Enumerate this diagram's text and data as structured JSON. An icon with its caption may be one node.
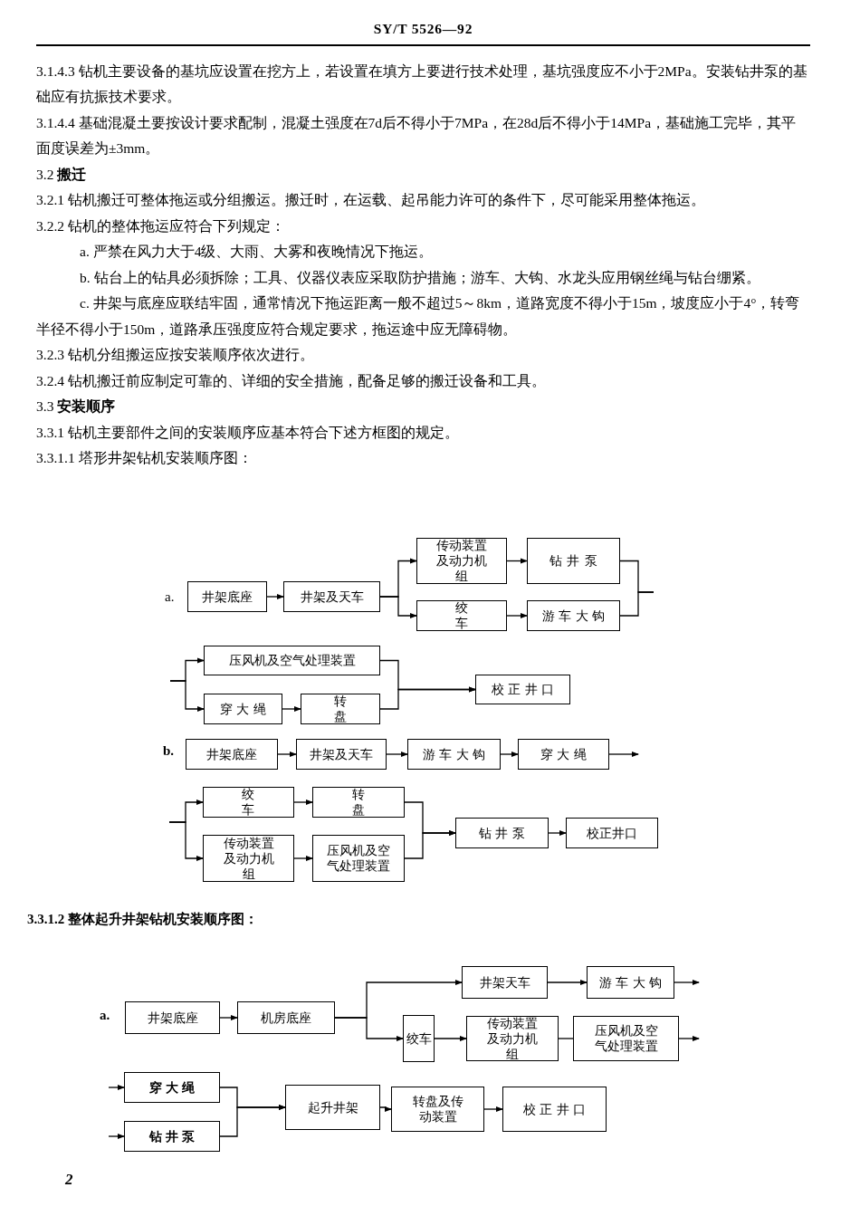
{
  "diagram": {
    "nodes": [
      {
        "text": [
          "井架底座"
        ]
      },
      {
        "text": [
          "井架及天车"
        ]
      },
      {
        "text": [
          "传动装置及动力机组"
        ]
      },
      {
        "text": [
          "钻井泵"
        ]
      },
      {
        "text": [
          "绞车"
        ]
      },
      {
        "text": [
          "游车大钩"
        ]
      },
      {
        "text": [
          "压风机及空气处理装置"
        ]
      },
      {
        "text": [
          "穿大绳"
        ]
      },
      {
        "text": [
          "转盘"
        ]
      },
      {
        "text": [
          "校正井口"
        ]
      },
      {
        "text": [
          "井架底座"
        ]
      },
      {
        "text": [
          "井架及天车"
        ]
      },
      {
        "text": [
          "游车大钩"
        ]
      },
      {
        "text": [
          "穿大绳"
        ]
      },
      {
        "text": [
          "绞车"
        ]
      },
      {
        "text": [
          "转盘"
        ]
      },
      {
        "text": [
          "传动装置及动力机组"
        ]
      },
      {
        "text": [
          "压风机及空气处理装置"
        ]
      },
      {
        "text": [
          "钻井泵"
        ]
      },
      {
        "text": [
          "校正井口"
        ]
      },
      {
        "text": [
          "井架底座"
        ]
      },
      {
        "text": [
          "机房底座"
        ]
      },
      {
        "text": [
          "井架天车"
        ]
      },
      {
        "text": [
          "游车大钩"
        ]
      },
      {
        "text": [
          "绞车"
        ]
      },
      {
        "text": [
          "传动装置及动力机组"
        ]
      },
      {
        "text": [
          "压风机及空气处理装置"
        ]
      },
      {
        "text": [
          "穿大绳"
        ]
      },
      {
        "text": [
          "钻井泵"
        ]
      },
      {
        "text": [
          "起升井架"
        ]
      },
      {
        "text": [
          "转盘及传动装置"
        ]
      },
      {
        "text": [
          "校正井口"
        ]
      }
    ],
    "edges": [
      {
        "from": 0,
        "to": 1,
        "arrow": "to"
      },
      {
        "from": 1,
        "to": 2,
        "arrow": "to"
      },
      {
        "from": 1,
        "to": 4,
        "arrow": "to"
      },
      {
        "from": 2,
        "to": 3,
        "arrow": "to"
      },
      {
        "from": 4,
        "to": 5,
        "arrow": "to"
      },
      {
        "from": 3,
        "to": null,
        "arrow": "none"
      },
      {
        "from": 5,
        "to": null,
        "arrow": "none"
      },
      {
        "from": null,
        "to": 6,
        "arrow": "to"
      },
      {
        "from": null,
        "to": 7,
        "arrow": "to"
      },
      {
        "from": 7,
        "to": 8,
        "arrow": "to"
      },
      {
        "from": 6,
        "to": 9,
        "arrow": "to"
      },
      {
        "from": 8,
        "to": 9,
        "arrow": "to"
      },
      {
        "from": 10,
        "to": 11,
        "arrow": "to"
      },
      {
        "from": 11,
        "to": 12,
        "arrow": "to"
      },
      {
        "from": 12,
        "to": 13,
        "arrow": "to"
      },
      {
        "from": 13,
        "to": null,
        "arrow": "to"
      },
      {
        "from": null,
        "to": 14,
        "arrow": "to"
      },
      {
        "from": null,
        "to": 16,
        "arrow": "to"
      },
      {
        "from": 14,
        "to": 15,
        "arrow": "to"
      },
      {
        "from": 16,
        "to": 17,
        "arrow": "to"
      },
      {
        "from": 15,
        "to": 18,
        "arrow": "to"
      },
      {
        "from": 17,
        "to": 18,
        "arrow": "to"
      },
      {
        "from": 18,
        "to": 19,
        "arrow": "to"
      },
      {
        "from": 20,
        "to": 21,
        "arrow": "to"
      },
      {
        "from": 21,
        "to": 22,
        "arrow": "to"
      },
      {
        "from": 21,
        "to": 24,
        "arrow": "to"
      },
      {
        "from": 22,
        "to": 23,
        "arrow": "to"
      },
      {
        "from": 23,
        "to": null,
        "arrow": "to"
      },
      {
        "from": 24,
        "to": 25,
        "arrow": "to"
      },
      {
        "from": 25,
        "to": 26,
        "arrow": "none"
      },
      {
        "from": 26,
        "to": null,
        "arrow": "to"
      },
      {
        "from": null,
        "to": 27,
        "arrow": "to"
      },
      {
        "from": null,
        "to": 28,
        "arrow": "to"
      },
      {
        "from": 27,
        "to": 29,
        "arrow": "to"
      },
      {
        "from": 28,
        "to": 29,
        "arrow": "to"
      },
      {
        "from": 29,
        "to": 30,
        "arrow": "to"
      },
      {
        "from": 30,
        "to": 31,
        "arrow": "to"
      }
    ],
    "labels": [
      "SY/T 5526—92",
      "3.1.4.3 钻机主要设备的基坑应设置在挖方上，若设置在填方上要进行技术处理，基坑强度应不小于2MPa。安装钻井泵的基础应有抗振技术要求。",
      "3.1.4.4 基础混凝土要按设计要求配制，混凝土强度在7d后不得小于7MPa，在28d后不得小于14MPa，基础施工完毕，其平面度误差为±3mm。",
      "3.2 **搬迁**",
      "3.2.1 钻机搬迁可整体拖运或分组搬运。搬迁时，在运载、起吊能力许可的条件下，尽可能采用整体拖运。",
      "3.2.2 钻机的整体拖运应符合下列规定：",
      "a. 严禁在风力大于4级、大雨、大雾和夜晚情况下拖运。",
      "b. 钻台上的钻具必须拆除；工具、仪器仪表应采取防护措施；游车、大钩、水龙头应用钢丝绳与钻台绷紧。",
      "c. 井架与底座应联结牢固，通常情况下拖运距离一般不超过5～8km，道路宽度不得小于15m，坡度应小于4°，转弯半径不得小于150m，道路承压强度应符合规定要求，拖运途中应无障碍物。",
      "3.2.3 钻机分组搬运应按安装顺序依次进行。",
      "3.2.4 钻机搬迁前应制定可靠的、详细的安全措施，配备足够的搬迁设备和工具。",
      "3.3 **安装顺序**",
      "3.3.1 钻机主要部件之间的安装顺序应基本符合下述方框图的规定。",
      "3.3.1.1 塔形井架钻机安装顺序图：",
      "a.",
      "b.",
      "3.3.1.2 整体起升井架钻机安装顺序图：",
      "a.",
      "2"
    ]
  }
}
